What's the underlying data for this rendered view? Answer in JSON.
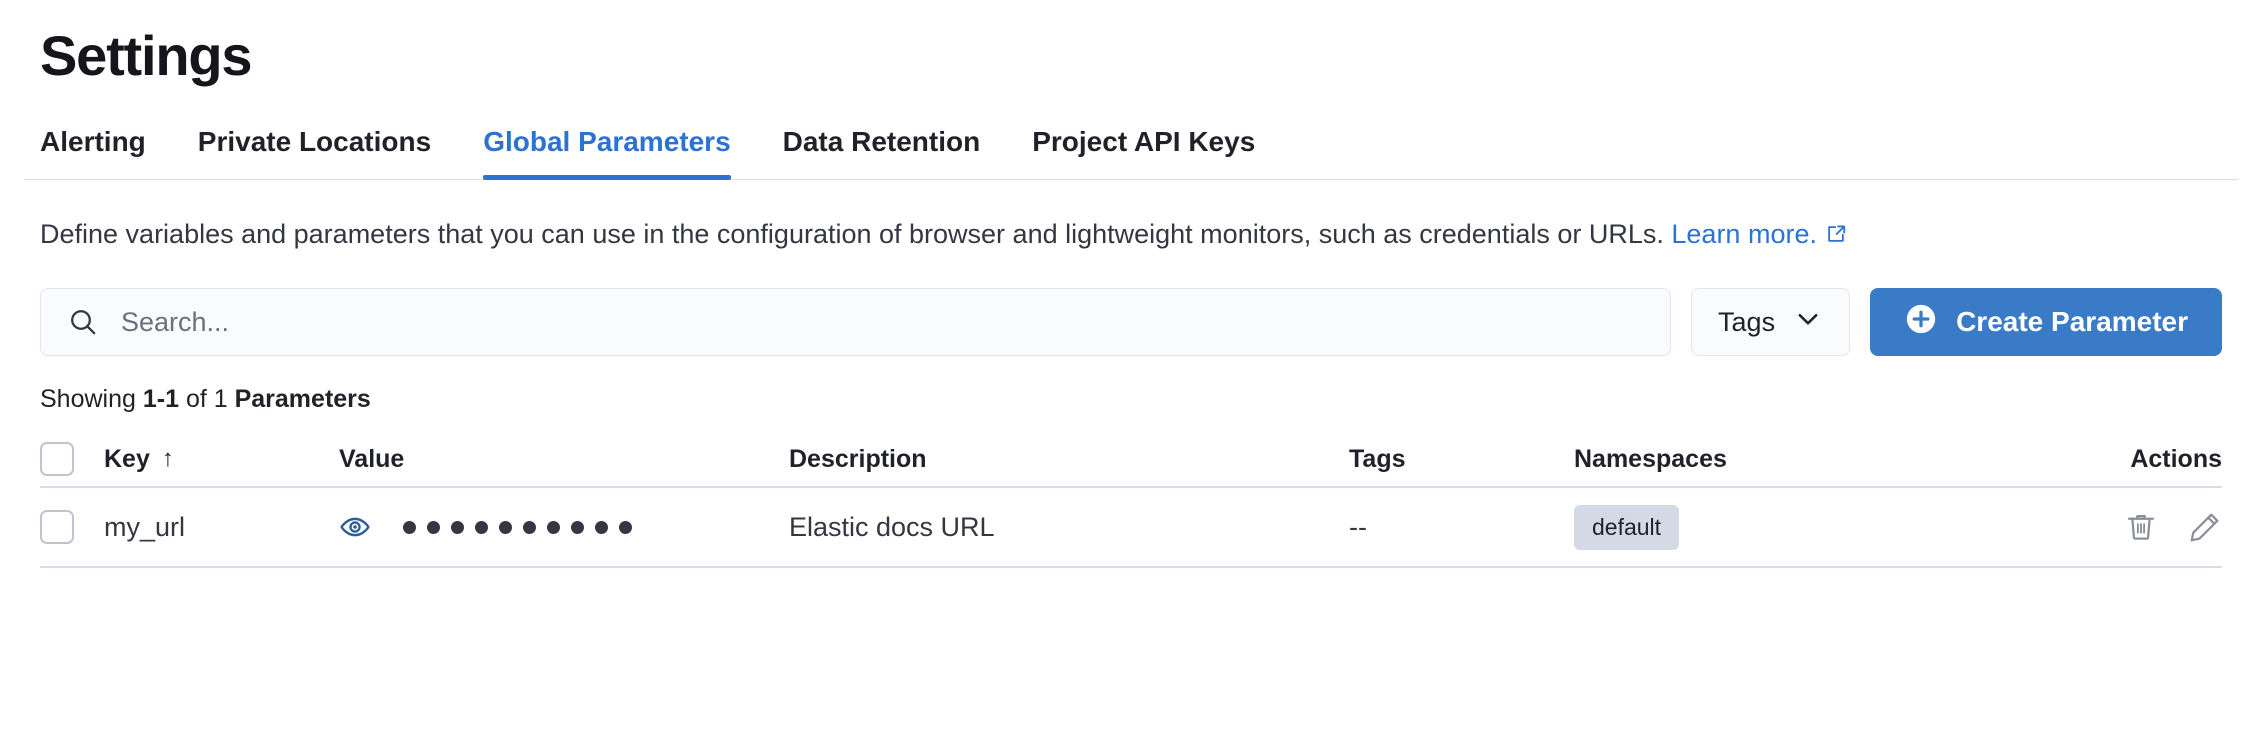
{
  "page": {
    "title": "Settings"
  },
  "tabs": [
    {
      "label": "Alerting",
      "active": false
    },
    {
      "label": "Private Locations",
      "active": false
    },
    {
      "label": "Global Parameters",
      "active": true
    },
    {
      "label": "Data Retention",
      "active": false
    },
    {
      "label": "Project API Keys",
      "active": false
    }
  ],
  "description": {
    "text": "Define variables and parameters that you can use in the configuration of browser and lightweight monitors, such as credentials or URLs.",
    "link_label": "Learn more.",
    "link_icon": "external-link-icon"
  },
  "controls": {
    "search": {
      "icon": "search-icon",
      "placeholder": "Search...",
      "value": ""
    },
    "tags_select": {
      "label": "Tags",
      "icon": "chevron-down-icon"
    },
    "create_button": {
      "label": "Create Parameter",
      "icon": "plus-circle-icon"
    }
  },
  "results": {
    "prefix": "Showing ",
    "range": "1-1",
    "middle": " of 1 ",
    "noun": "Parameters"
  },
  "table": {
    "columns": [
      {
        "key": "key",
        "label": "Key",
        "sort": "ascending",
        "sort_icon": "arrow-up-icon"
      },
      {
        "key": "value",
        "label": "Value"
      },
      {
        "key": "description",
        "label": "Description"
      },
      {
        "key": "tags",
        "label": "Tags"
      },
      {
        "key": "namespaces",
        "label": "Namespaces"
      },
      {
        "key": "actions",
        "label": "Actions"
      }
    ],
    "rows": [
      {
        "key": "my_url",
        "value_masked": true,
        "value_dots": 10,
        "value_toggle_icon": "eye-icon",
        "description": "Elastic docs URL",
        "tags": "--",
        "namespaces": [
          "default"
        ],
        "actions": [
          {
            "name": "delete",
            "icon": "trash-icon"
          },
          {
            "name": "edit",
            "icon": "pencil-icon"
          }
        ]
      }
    ]
  },
  "colors": {
    "accent_blue": "#2B72D4",
    "button_blue": "#3A7BC8",
    "eye_blue": "#2D5F9A",
    "badge_bg": "#D3DAE6",
    "text_primary": "#1F2229",
    "text_secondary": "#343741",
    "border": "#D9DDE8"
  }
}
